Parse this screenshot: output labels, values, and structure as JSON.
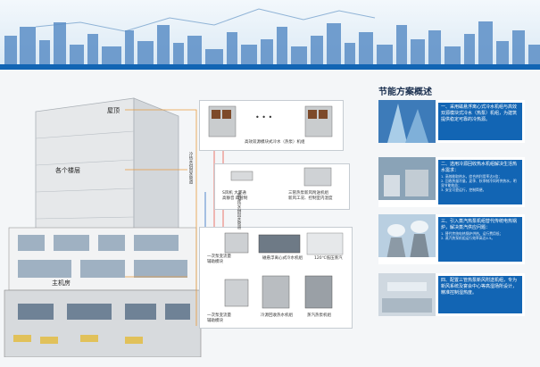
{
  "building": {
    "roof_label": "屋顶",
    "floors_label": "各个楼层",
    "main_room_label": "主机房"
  },
  "equipment": {
    "top_unit_label": "高效双源模块式冷水（热泵）机组",
    "dots": "• • •",
    "fan_coil_label": "S风机 大厦通\n高静音 四管制",
    "three_pipe_label": "三管热泵新风附送机组\n新风工况、控制室内湿度",
    "chiller_label": "磁悬浮离心式冷水机组",
    "steam_label": "120℃低压蒸汽",
    "primary_pump_label_1": "一次泵变流量\n辅助模块",
    "heat_pump_label": "冷源回收热水机组",
    "steam_gen_label": "蒸汽热泵机组",
    "primary_pump_label_2": "一次泵变流量\n辅助模块",
    "left_vertical_text": "冷热水供回水管道",
    "mid_vertical_text": "高温热水供回水管道"
  },
  "panel": {
    "title": "节能方案概述",
    "cards": [
      {
        "text": "一、采用磁悬浮离心式冷水机组与高效双源模块式冷水（热泵）机组，为建筑提供稳定可靠的冷热源。",
        "sub": ""
      },
      {
        "text": "二、选用冷源回收热水机组解决生活热水需求：",
        "sub": "1. 高效能取热水，综合热利用率达5倍；\n2. 回收热量冷量，夏季、秋季制冷同时供热水，明显节能效益；\n3. 安全可靠运行，控制简便。"
      },
      {
        "text": "三、引入蒸汽热泵机组替代传统电热锅炉，解决蒸汽供应问题：",
        "sub": "1. 替代传统电热锅炉供热，运行费用低；\n2. 蒸汽热泵机组运行效率高达4.5。"
      },
      {
        "text": "四、配置三管热泵新风附送机组，专为新风系统及宴会中心等高湿场所设计，精准控制湿热度。",
        "sub": ""
      }
    ]
  },
  "colors": {
    "accent": "#1265b4",
    "hot_pipe": "#e8564a",
    "cold_pipe": "#e89a3c"
  }
}
